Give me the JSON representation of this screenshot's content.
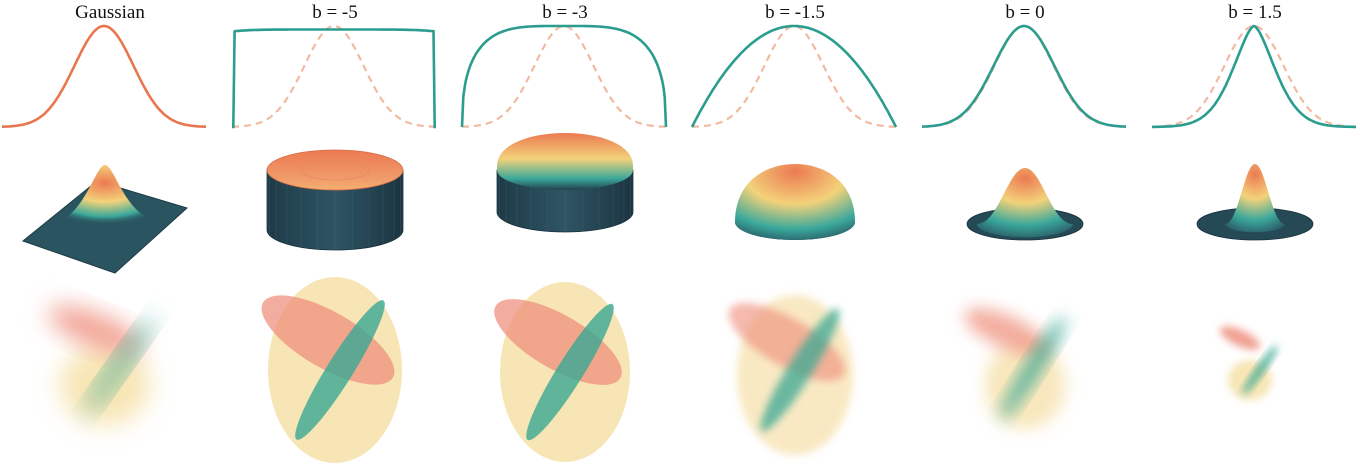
{
  "colors": {
    "gaussian": "#e8764f",
    "gaussian_faint": "#f2b9a3",
    "generalized": "#2a9d8f",
    "surface_dark": "#23404e",
    "surface_teal": "#3aa89b",
    "surface_yellow": "#f3d27a",
    "surface_orange": "#ec7a52",
    "splat_red": "#ee8a78",
    "splat_yellow": "#f1cf79",
    "splat_teal": "#3aa894"
  },
  "columns": [
    {
      "title": "Gaussian",
      "beta": null
    },
    {
      "title": "b = -5",
      "beta": -5
    },
    {
      "title": "b = -3",
      "beta": -3
    },
    {
      "title": "b = -1.5",
      "beta": -1.5
    },
    {
      "title": "b = 0",
      "beta": 0
    },
    {
      "title": "b = 1.5",
      "beta": 1.5
    }
  ]
}
